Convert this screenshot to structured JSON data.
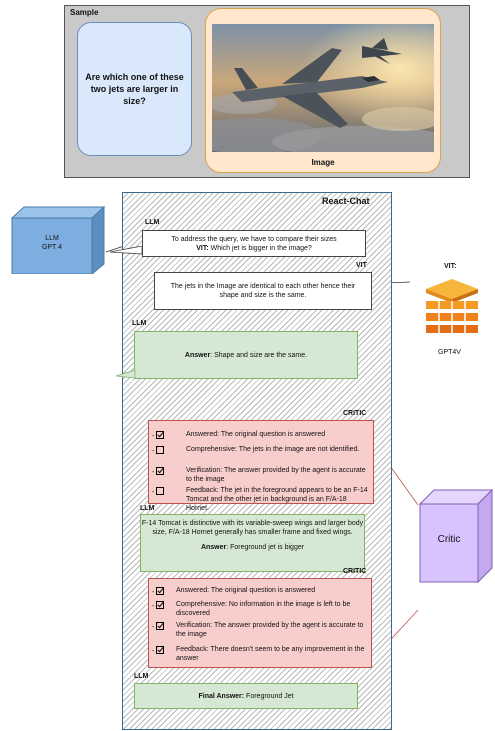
{
  "sample": {
    "title": "Sample",
    "question": "Are which one of these two jets are larger in size?",
    "image_caption": "Image"
  },
  "react": {
    "title": "React-Chat"
  },
  "llm_box": {
    "line1": "LLM",
    "line2": "GPT 4"
  },
  "vit_tool": {
    "title": "VIT:",
    "caption": "GPT4V"
  },
  "critic_box": {
    "label": "Critic"
  },
  "tags": {
    "llm1": "LLM",
    "vit": "VIT",
    "llm2": "LLM",
    "critic1": "CRITIC",
    "llm3": "LLM",
    "critic2": "CRITIC",
    "llm4": "LLM"
  },
  "msg1": {
    "line1": "To address the query, we have to compare their sizes",
    "bold": "VIT:",
    "rest": " Which jet is bigger in the image?"
  },
  "msg2": {
    "text": "The jets in the Image are identical to each other hence their shape and size is the same."
  },
  "msg3": {
    "bold": "Answer",
    "rest": ": Shape and size are the same."
  },
  "critic1": [
    {
      "checked": true,
      "text": "Answered: The original question is answered"
    },
    {
      "checked": false,
      "text": "Comprehensive:        The jets in the image are not identified."
    },
    {
      "checked": true,
      "text": "Verification: The answer provided by the agent is accurate to the image"
    },
    {
      "checked": false,
      "text": "Feedback: The jet in the foreground appears to be an F-14 Tomcat and the other jet in background is an F/A-18 Hornet."
    }
  ],
  "msg4": {
    "text": "F-14 Tomcat is distinctive with its variable-sweep wings and larger body size, F/A-18 Hornet generally has smaller frame and fixed wings.",
    "bold": "Answer",
    "rest": ": Foreground jet is bigger"
  },
  "critic2": [
    {
      "checked": true,
      "text": "Answered: The original question is answered"
    },
    {
      "checked": true,
      "text": "Comprehensive: No information in the image is left to be discovered"
    },
    {
      "checked": true,
      "text": "Verification: The answer provided by the agent is accurate to the image"
    },
    {
      "checked": true,
      "text": "Feedback: There doesn't seem to be any improvement in the answer"
    }
  ],
  "final": {
    "bold": "Final Answer:",
    "rest": " Foreground Jet"
  }
}
